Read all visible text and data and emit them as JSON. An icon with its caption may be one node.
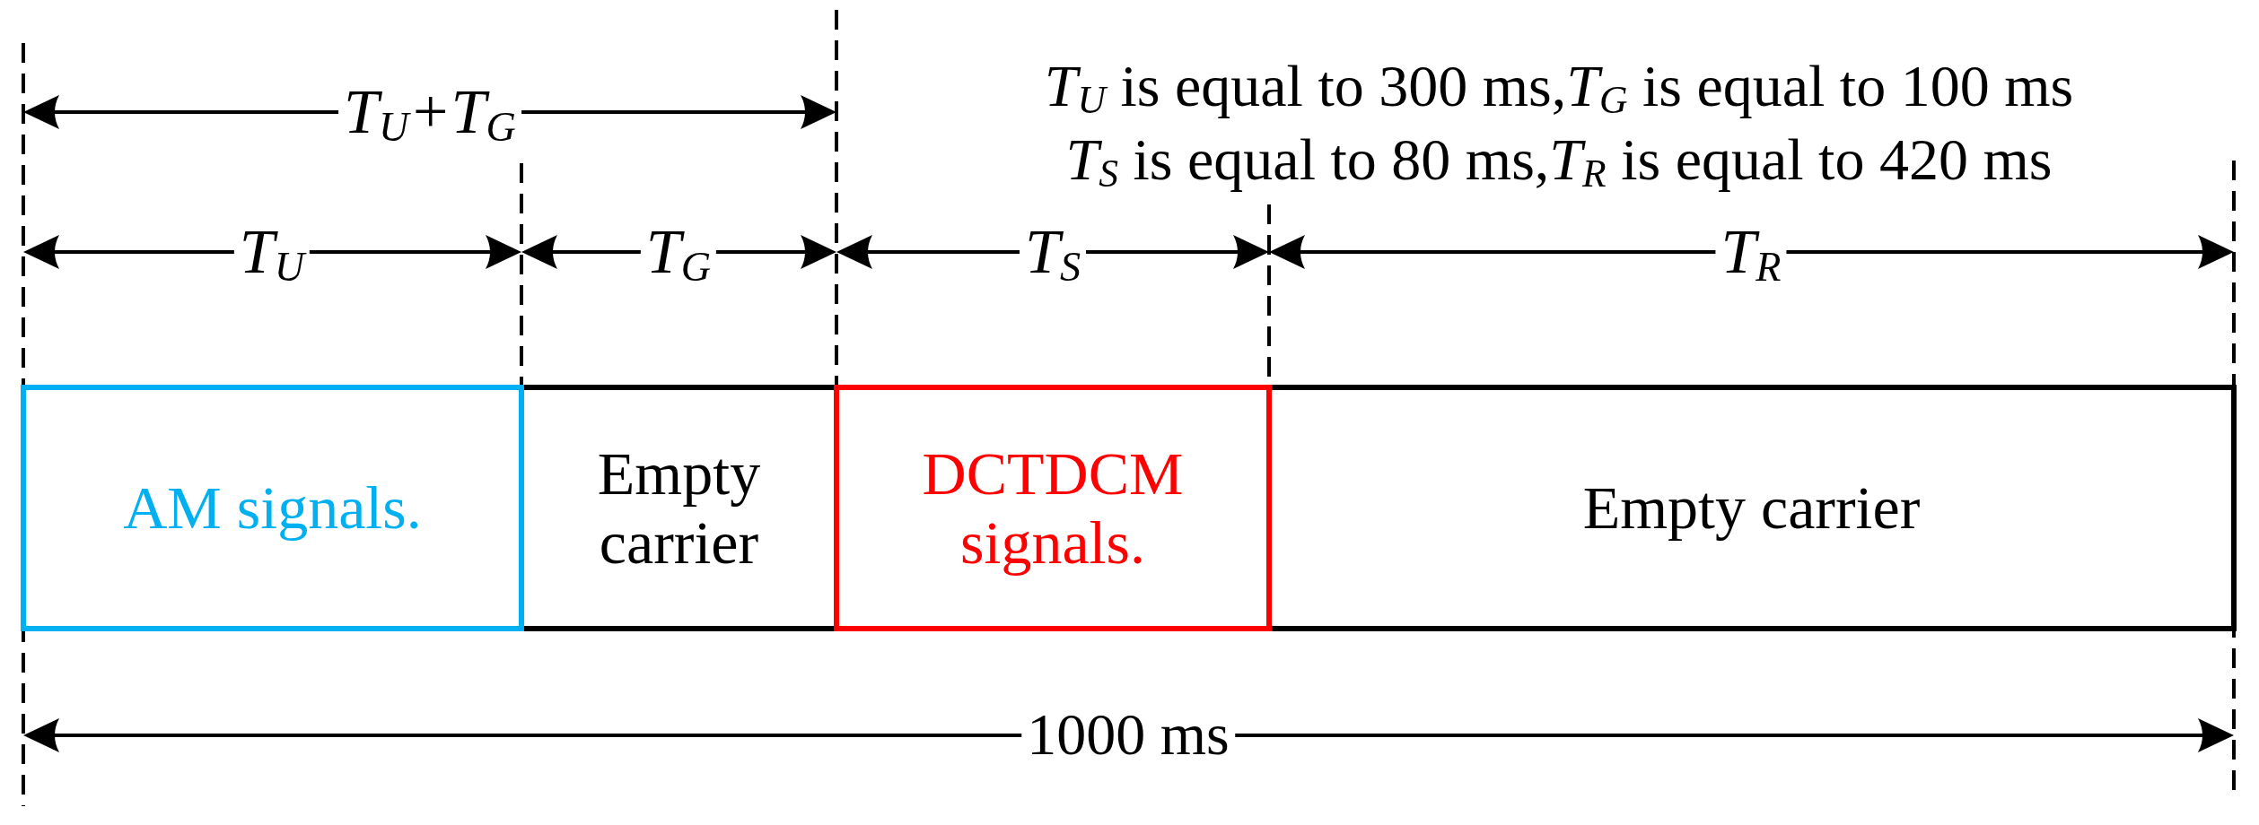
{
  "diagram": {
    "nodes": [
      {
        "text": [
          "AM signals."
        ]
      },
      {
        "text": [
          "Empty carrier"
        ]
      },
      {
        "text": [
          "DCTDCM signals."
        ]
      },
      {
        "text": [
          "Empty carrier"
        ]
      }
    ],
    "labels": [
      "T$_{U}$+T$_{G}$",
      "*T*$_{U}$ is equal to 300 ms,*T*$_{G}$ is equal to 100 ms",
      "*T*$_{S}$ is equal to 80 ms,*T*$_{R}$ is equal to 420 ms",
      "T$_{U}$",
      "T$_{G}$",
      "T$_{S}$",
      "T$_{R}$",
      "1000 ms"
    ]
  }
}
